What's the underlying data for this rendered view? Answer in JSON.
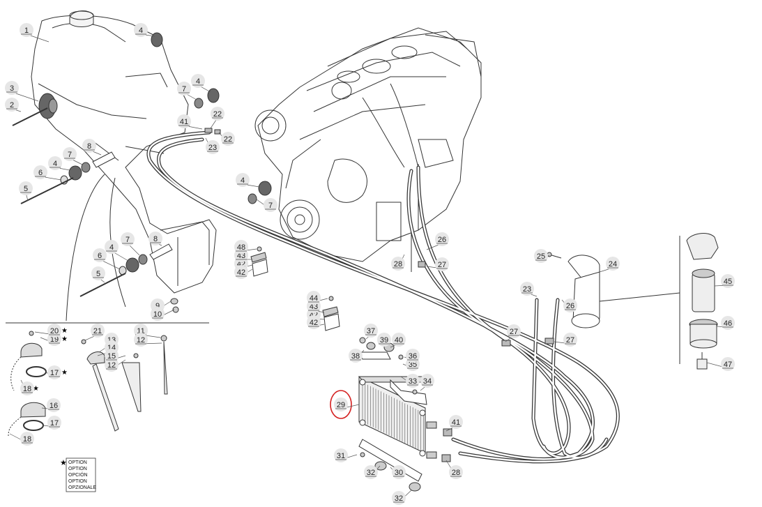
{
  "diagram": {
    "highlight_color": "#d42020",
    "highlighted_part": "29",
    "callouts": {
      "c1": "1",
      "c2": "2",
      "c3": "3",
      "c4a": "4",
      "c4b": "4",
      "c4c": "4",
      "c4d": "4",
      "c4e": "4",
      "c5a": "5",
      "c5b": "5",
      "c6a": "6",
      "c6b": "6",
      "c7a": "7",
      "c7b": "7",
      "c7c": "7",
      "c7d": "7",
      "c8a": "8",
      "c8b": "8",
      "c9": "9",
      "c10": "10",
      "c11": "11",
      "c12a": "12",
      "c12b": "12",
      "c13": "13",
      "c14": "14",
      "c15": "15",
      "c16": "16",
      "c17a": "17",
      "c17b": "17",
      "c18a": "18",
      "c18b": "18",
      "c19": "19",
      "c20": "20",
      "c21": "21",
      "c22a": "22",
      "c22b": "22",
      "c23a": "23",
      "c23b": "23",
      "c24": "24",
      "c25": "25",
      "c26a": "26",
      "c26b": "26",
      "c27a": "27",
      "c27b": "27",
      "c27c": "27",
      "c28a": "28",
      "c28b": "28",
      "c29": "29",
      "c30": "30",
      "c31": "31",
      "c32a": "32",
      "c32b": "32",
      "c33": "33",
      "c34": "34",
      "c35": "35",
      "c36": "36",
      "c37": "37",
      "c38": "38",
      "c39": "39",
      "c40": "40",
      "c41a": "41",
      "c41b": "41",
      "c42a": "42",
      "c42b": "42",
      "c42c": "42",
      "c42d": "42",
      "c43a": "43",
      "c43b": "43",
      "c44": "44",
      "c45": "45",
      "c46": "46",
      "c47": "47",
      "c48": "48"
    },
    "legend": {
      "symbol": "★",
      "lines": [
        "OPTION",
        "OPTION",
        "OPCIÓN",
        "OPTION",
        "OPZIONALE"
      ]
    }
  }
}
